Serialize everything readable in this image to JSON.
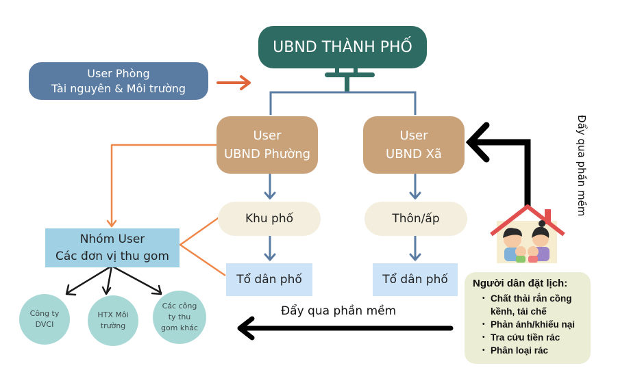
{
  "diagram": {
    "top_node": {
      "label": "UBND THÀNH PHỐ"
    },
    "tnmt_node": {
      "line1": "User Phòng",
      "line2": "Tài nguyên & Môi trường"
    },
    "ward_node": {
      "line1": "User",
      "line2": "UBND Phường"
    },
    "commune_node": {
      "line1": "User",
      "line2": "UBND Xã"
    },
    "khu_pho": {
      "label": "Khu phố"
    },
    "thon_ap": {
      "label": "Thôn/ấp"
    },
    "to_dan_pho_ward": {
      "label": "Tổ dân phố"
    },
    "to_dan_pho_commune": {
      "label": "Tổ dân phố"
    },
    "collector_group": {
      "line1": "Nhóm User",
      "line2": "Các đơn vị thu gom"
    },
    "collectors": [
      {
        "label": "Công ty DVCI"
      },
      {
        "label": "HTX Môi trường"
      },
      {
        "label": "Các công ty thu gom khác"
      }
    ],
    "citizen_box": {
      "title": "Người dân đặt lịch:",
      "items": [
        "Chất thải rắn cồng kềnh, tái chế",
        "Phản ánh/khiếu nại",
        "Tra cứu tiền rác",
        "Phân loại rác"
      ]
    },
    "push_label_horizontal": "Đẩy qua phần mềm",
    "push_label_vertical": "Đẩy qua phần mềm",
    "colors": {
      "top": "#2d6b63",
      "tnmt": "#5a7ca2",
      "user_nodes": "#c9a27a",
      "sub_nodes": "#f3eedd",
      "to_dan_pho": "#cde3f8",
      "group": "#9fd0e4",
      "collectors": "#a8d8d6",
      "citizen": "#ecedd5",
      "orange_link": "#f0874a",
      "blue_link": "#5a7ca2",
      "accent_arrow": "#e0643a"
    }
  }
}
